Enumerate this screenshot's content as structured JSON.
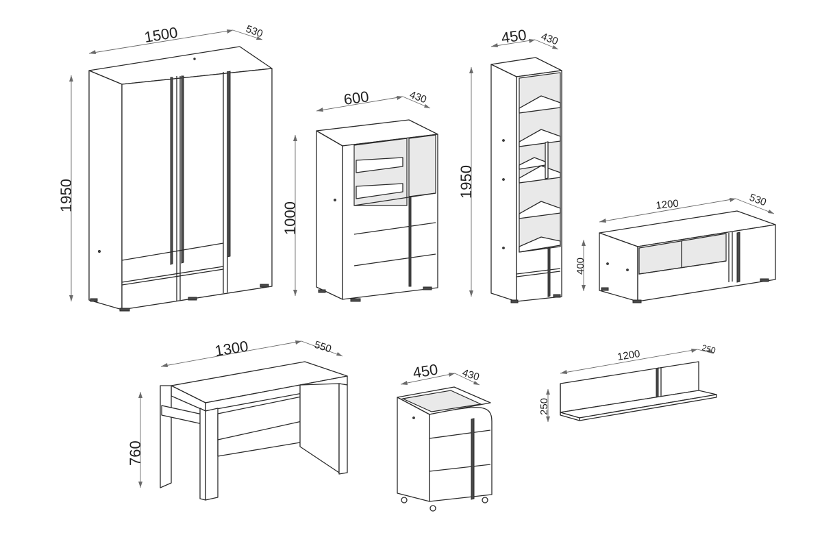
{
  "items": [
    {
      "id": "wardrobe",
      "width": "1500",
      "depth": "530",
      "height": "1950"
    },
    {
      "id": "chest",
      "width": "600",
      "depth": "430",
      "height": "1000"
    },
    {
      "id": "bookcase",
      "width": "450",
      "depth": "430",
      "height": "1950"
    },
    {
      "id": "tv_cabinet",
      "width": "1200",
      "depth": "530",
      "height": "400"
    },
    {
      "id": "desk",
      "width": "1300",
      "depth": "550",
      "height": "760"
    },
    {
      "id": "container",
      "width": "450",
      "depth": "430"
    },
    {
      "id": "shelf",
      "width": "1200",
      "depth": "250",
      "height": "250"
    }
  ],
  "colors": {
    "line": "#2a2a2a",
    "dimension": "#6a6a6a",
    "dark_panel": "#4a4a4a"
  }
}
